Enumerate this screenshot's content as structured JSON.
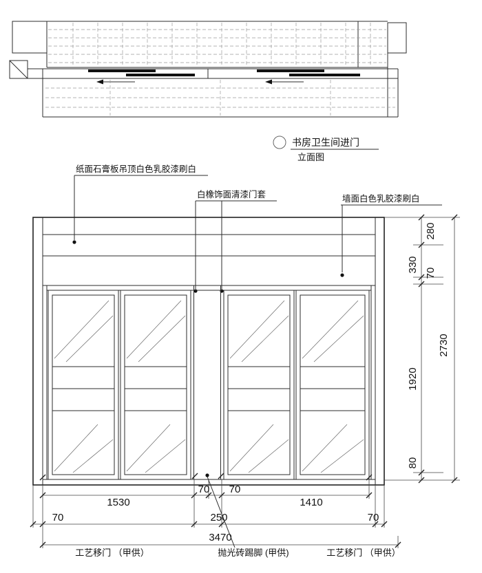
{
  "title_block": {
    "title": "书房卫生间进门",
    "subtitle": "立面图"
  },
  "callouts": {
    "ceiling": "纸面石膏板吊顶白色乳胶漆刷白",
    "door_frame": "白橡饰面清漆门套",
    "wall": "墙面白色乳胶漆刷白"
  },
  "dims": {
    "right": {
      "a": "280",
      "b": "330",
      "c": "70",
      "d": "1920",
      "e": "80",
      "total": "2730"
    },
    "bottom": {
      "row1": [
        "1530",
        "70",
        "70",
        "1410"
      ],
      "row2": [
        "70",
        "250",
        "70"
      ],
      "total": "3470"
    }
  },
  "footer": {
    "left": "工艺移门 （甲供）",
    "center": "抛光砖踢脚 (甲供)",
    "right": "工艺移门 （甲供）"
  },
  "colors": {
    "line": "#2b2b2b",
    "dash": "#9a9a9a",
    "text": "#111111"
  }
}
